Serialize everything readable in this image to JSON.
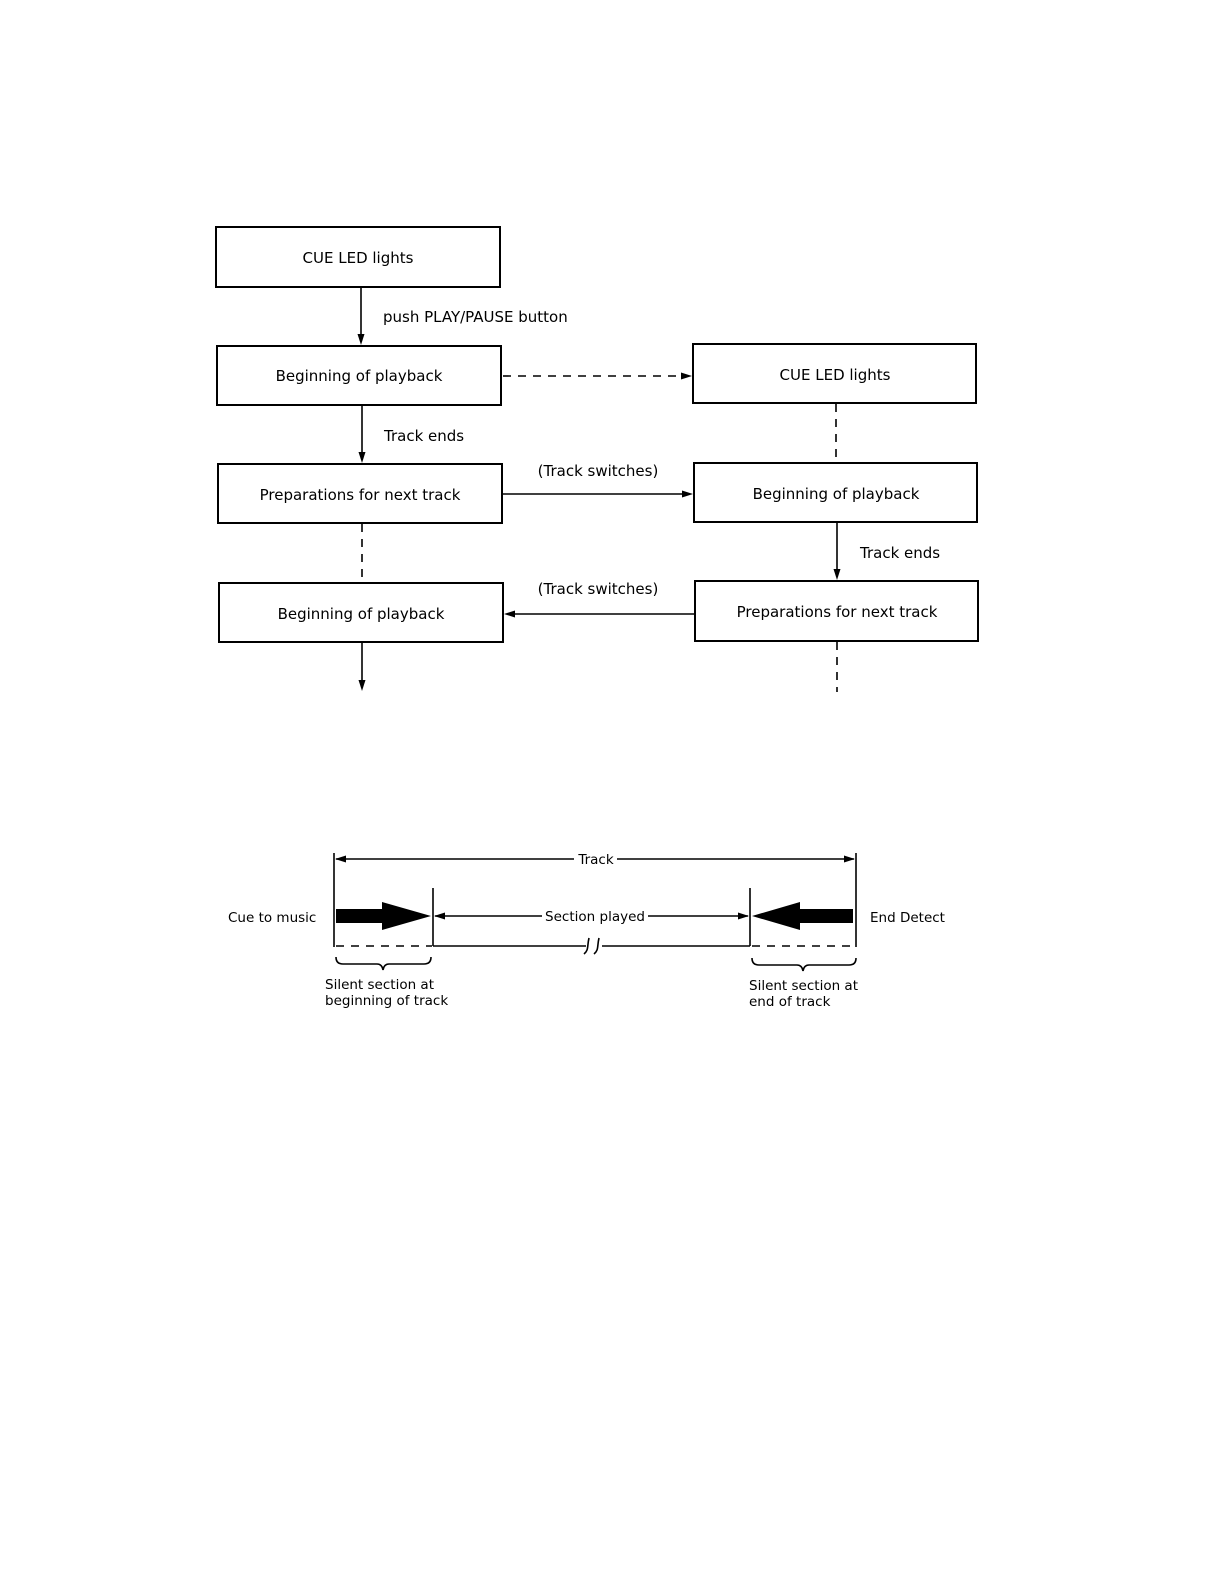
{
  "flowchart": {
    "left_column": {
      "cue_led": "CUE LED lights",
      "push_label": "push PLAY/PAUSE button",
      "beginning_1": "Beginning of playback",
      "track_ends": "Track ends",
      "preparations": "Preparations for next track",
      "beginning_2": "Beginning of playback"
    },
    "right_column": {
      "cue_led": "CUE LED lights",
      "beginning": "Beginning of playback",
      "track_ends": "Track ends",
      "preparations": "Preparations for next track"
    },
    "switch_label_top": "(Track switches)",
    "switch_label_bottom": "(Track switches)"
  },
  "track_diagram": {
    "track": "Track",
    "cue_to_music": "Cue to music",
    "end_detect": "End Detect",
    "section_played": "Section played",
    "silent_start_line1": "Silent section at",
    "silent_start_line2": "beginning of track",
    "silent_end_line1": "Silent section at",
    "silent_end_line2": "end of track"
  }
}
